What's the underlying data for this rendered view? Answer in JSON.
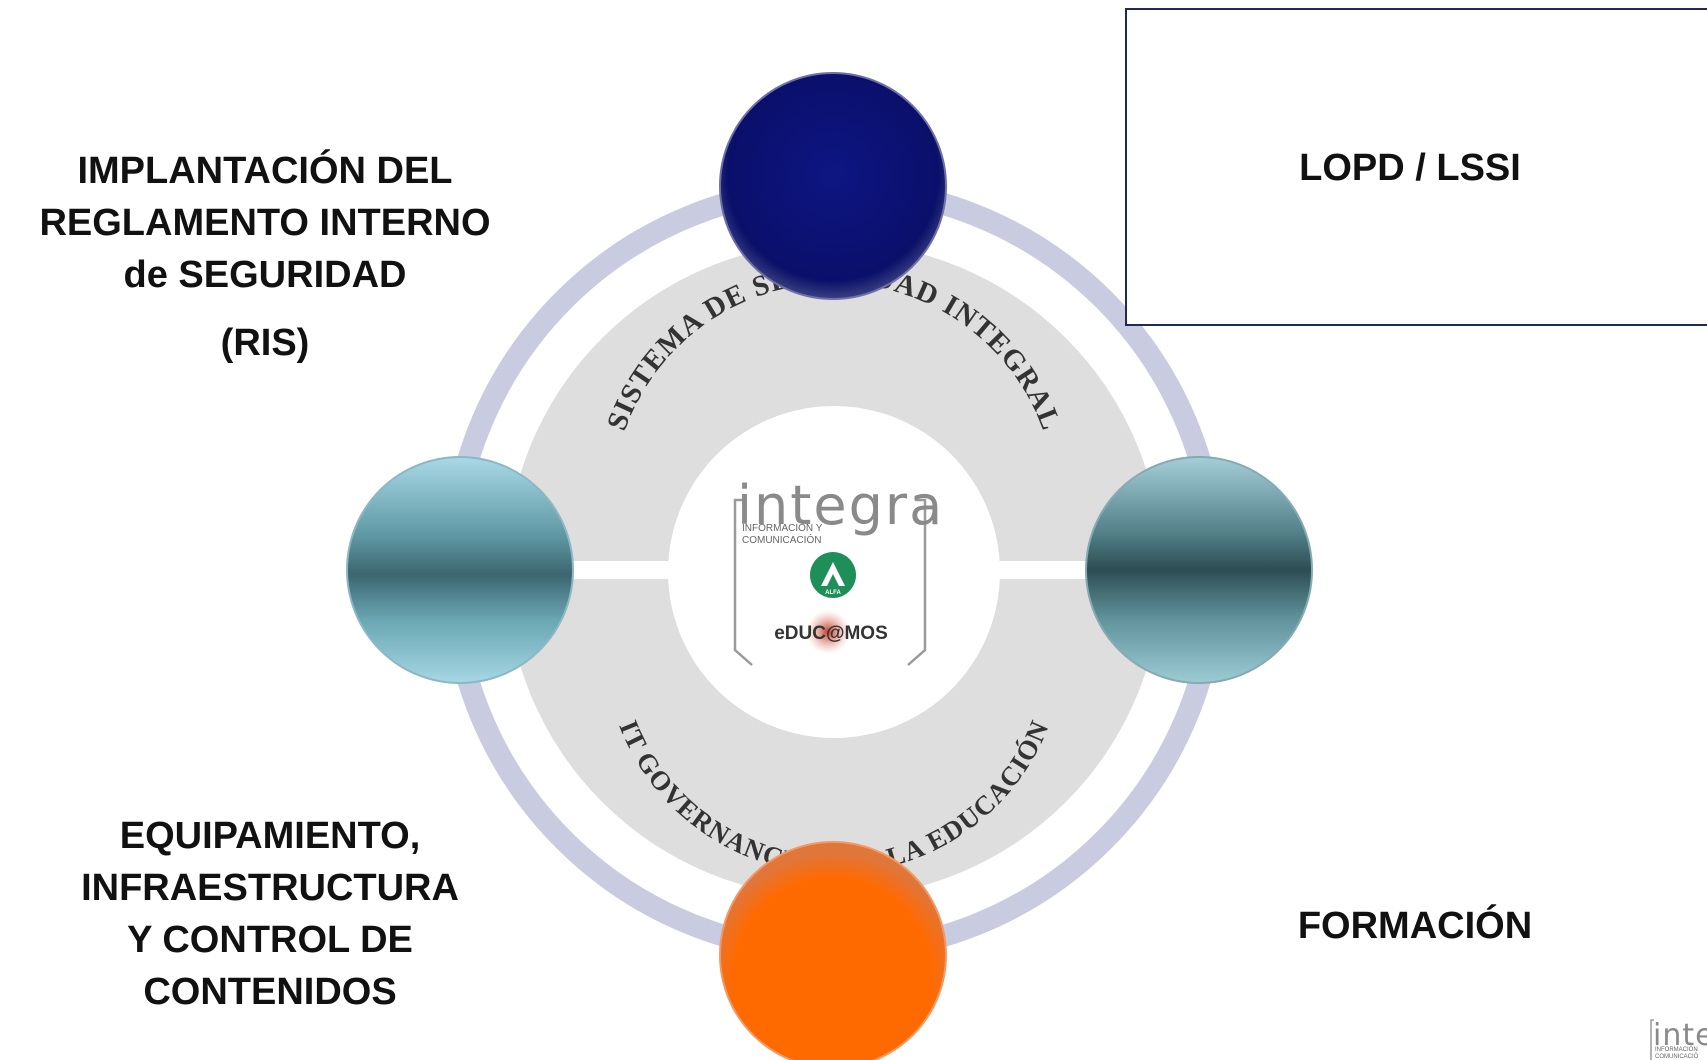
{
  "labels": {
    "top_left": [
      "IMPLANTACIÓN DEL",
      "REGLAMENTO INTERNO",
      "de SEGURIDAD"
    ],
    "top_left_sub": "(RIS)",
    "top_right": "LOPD / LSSI",
    "bottom_left": [
      "EQUIPAMIENTO,",
      "INFRAESTRUCTURA",
      "Y CONTROL DE",
      "CONTENIDOS"
    ],
    "bottom_right": "FORMACIÓN"
  },
  "ring_text": {
    "upper": "SISTEMA DE SEGURIDAD INTEGRAL",
    "lower": "IT GOVERNANCE PARA LA EDUCACIÓN"
  },
  "logo": {
    "brand": "integra",
    "tagline_1": "INFORMACIÓN Y",
    "tagline_2": "COMUNICACIÓN",
    "alpha_badge": "ALFA",
    "educamos": "eDUC@MOS"
  },
  "corner_logo": {
    "brand": "inte",
    "tagline_1": "INFORMACIÓN",
    "tagline_2": "COMUNICACIÓ"
  },
  "colors": {
    "navy": "#0a1170",
    "orange": "#ff6a00",
    "teal": "#4d7f88",
    "outer_ring": "#c9cbe0",
    "inner_disk": "#dedede",
    "alfa_green": "#1f8f5a"
  }
}
